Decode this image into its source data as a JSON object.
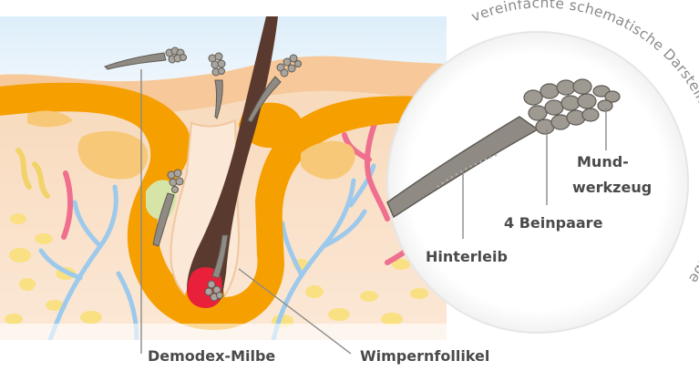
{
  "caption_arc": "vereinfachte schematische Darstellung einer Demodex-Milbe",
  "labels": {
    "mite": "Demodex-Milbe",
    "follicle": "Wimpernfollikel",
    "mouthparts_line1": "Mund-",
    "mouthparts_line2": "werkzeug",
    "legs": "4 Beinpaare",
    "abdomen": "Hinterleib"
  },
  "colors": {
    "skin": "#f8dcbf",
    "skin_top": "#f5c99b",
    "gland": "#f5a000",
    "gland_inner": "#f7c878",
    "hair": "#5a3a2e",
    "sky": "#cfe6f6",
    "vessel_blue": "#9cc9ec",
    "vessel_pink": "#ef6f8e",
    "fat": "#f9e07a",
    "mite": "#8f8b84",
    "magnifier_bg": "#ffffff",
    "label": "#4a4a4a",
    "line": "#8a8a8a"
  }
}
